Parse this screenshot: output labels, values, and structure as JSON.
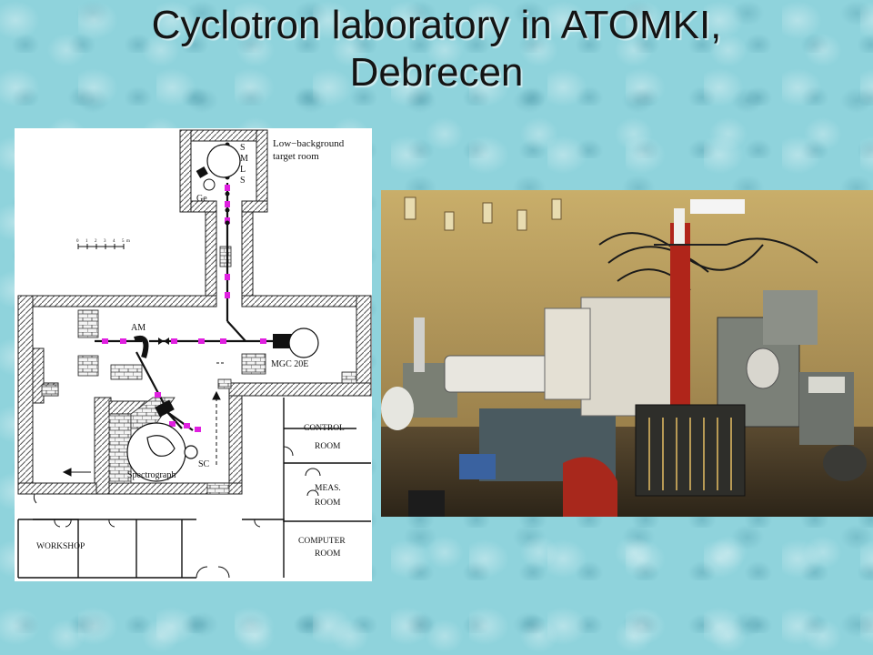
{
  "slide": {
    "title_line1": "Cyclotron laboratory in ATOMKI,",
    "title_line2": "Debrecen"
  },
  "floor_plan": {
    "labels": {
      "low_background_1": "Low−background",
      "low_background_2": "target room",
      "s1": "S",
      "m": "M",
      "l": "L",
      "s2": "S",
      "ge": "Ge",
      "am": "AM",
      "mgc": "MGC 20E",
      "sc": "SC",
      "spectrograph": "Spectrograph",
      "control_1": "CONTROL",
      "control_2": "ROOM",
      "meas_1": "MEAS.",
      "meas_2": "ROOM",
      "computer_1": "COMPUTER",
      "computer_2": "ROOM",
      "workshop": "WORKSHOP"
    },
    "scale_ticks": [
      "0",
      "1",
      "2",
      "3",
      "4",
      "5"
    ],
    "scale_unit": "m",
    "colors": {
      "wall_hatch": "#777777",
      "beam_element": "#e020e0",
      "line": "#111111"
    }
  },
  "photo": {
    "subject": "cyclotron-hall-photo",
    "colors": {
      "wall": "#b89a55",
      "magnet_red": "#b0251a",
      "panel": "#d8d4c8",
      "machine_gray": "#7b8078"
    }
  }
}
